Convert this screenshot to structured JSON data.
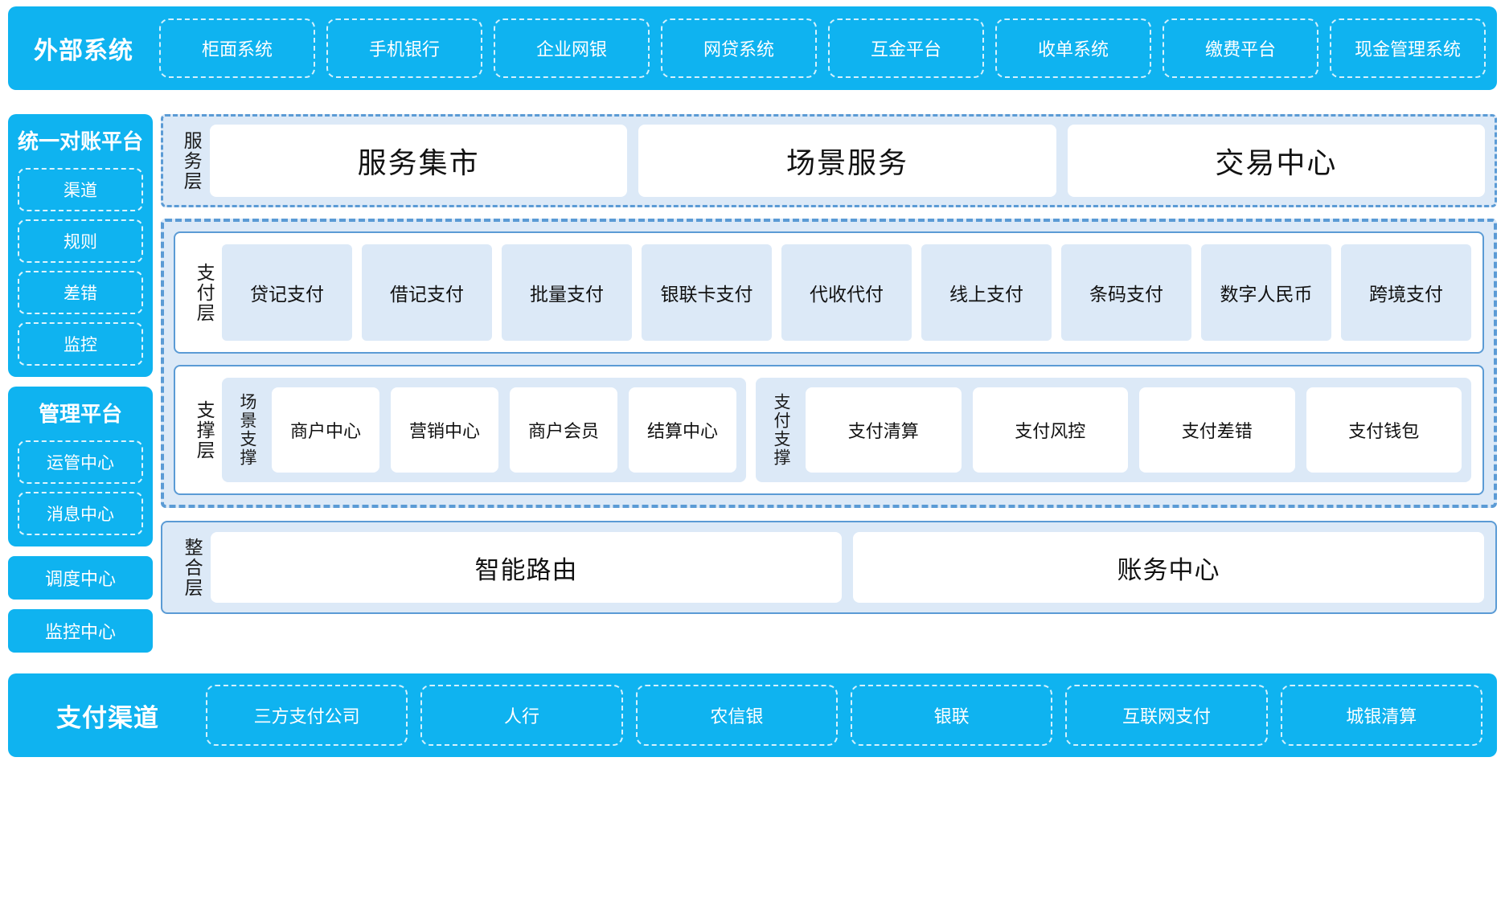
{
  "colors": {
    "brand_blue": "#0FB3F0",
    "panel_blue": "#DCE9F7",
    "border_blue": "#5B9BD5",
    "white": "#FFFFFF"
  },
  "external": {
    "title": "外部系统",
    "items": [
      "柜面系统",
      "手机银行",
      "企业网银",
      "网贷系统",
      "互金平台",
      "收单系统",
      "缴费平台",
      "现金管理系统"
    ]
  },
  "rail": {
    "reconciliation": {
      "title": "统一对账平台",
      "items": [
        "渠道",
        "规则",
        "差错",
        "监控"
      ]
    },
    "management": {
      "title": "管理平台",
      "items": [
        "运管中心",
        "消息中心"
      ]
    },
    "standalone": [
      "调度中心",
      "监控中心"
    ]
  },
  "service_layer": {
    "label": "服务层",
    "items": [
      "服务集市",
      "场景服务",
      "交易中心"
    ]
  },
  "payment_layer": {
    "label": "支付层",
    "items": [
      "贷记支付",
      "借记支付",
      "批量支付",
      "银联卡支付",
      "代收代付",
      "线上支付",
      "条码支付",
      "数字人民币",
      "跨境支付"
    ]
  },
  "support_layer": {
    "label": "支撑层",
    "scene": {
      "label": "场景支撑",
      "items": [
        "商户中心",
        "营销中心",
        "商户会员",
        "结算中心"
      ]
    },
    "payment_support": {
      "label": "支付支撑",
      "items": [
        "支付清算",
        "支付风控",
        "支付差错",
        "支付钱包"
      ]
    }
  },
  "integration_layer": {
    "label": "整合层",
    "items": [
      "智能路由",
      "账务中心"
    ]
  },
  "channel": {
    "title": "支付渠道",
    "items": [
      "三方支付公司",
      "人行",
      "农信银",
      "银联",
      "互联网支付",
      "城银清算"
    ]
  }
}
